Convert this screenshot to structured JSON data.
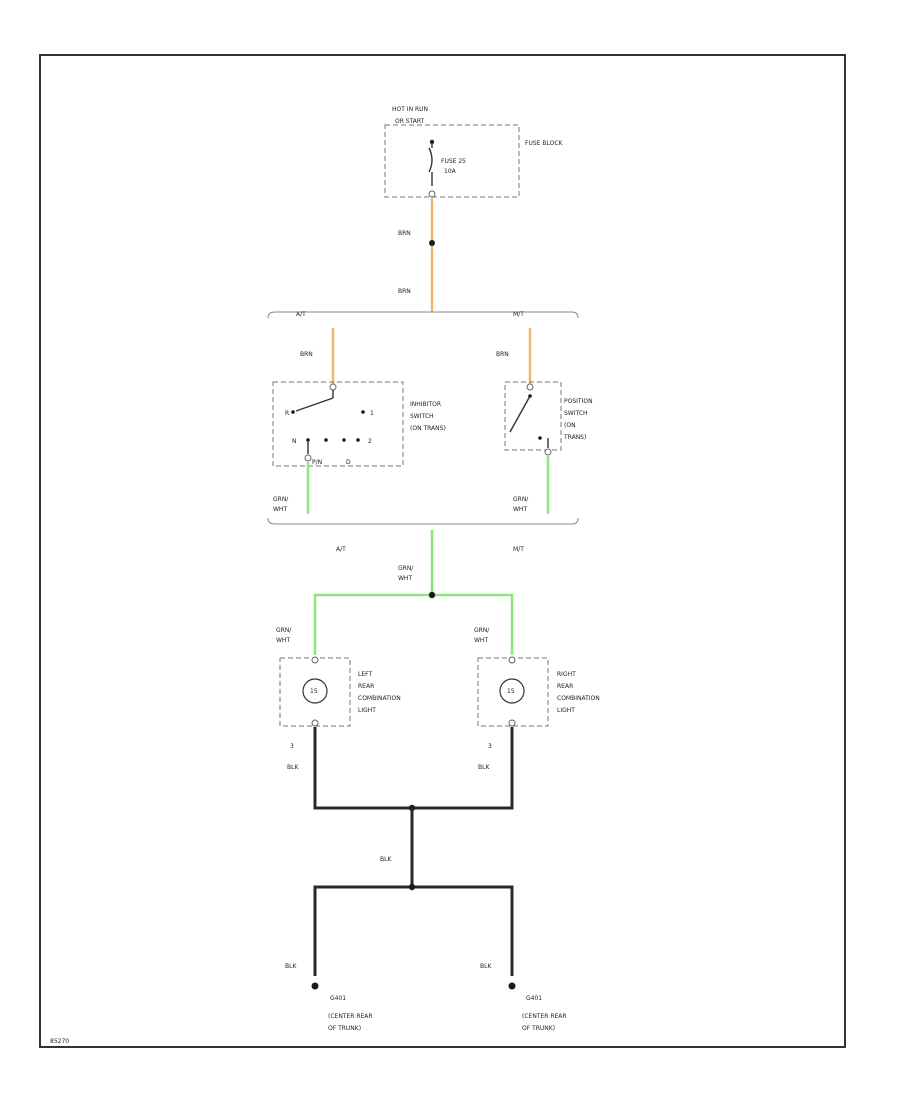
{
  "power": {
    "line1": "HOT IN RUN",
    "line2": "OR START"
  },
  "fuse_block": {
    "label": "FUSE BLOCK",
    "fuse_line1": "FUSE 25",
    "fuse_line2": "10A"
  },
  "wires": {
    "brn_upper_1": "BRN",
    "brn_upper_2": "BRN",
    "brn_at": "BRN",
    "brn_mt": "BRN",
    "grn_at_line1": "GRN/",
    "grn_at_line2": "WHT",
    "grn_mt_line1": "GRN/",
    "grn_mt_line2": "WHT",
    "grn_mid_line1": "GRN/",
    "grn_mid_line2": "WHT",
    "grn_left_line1": "GRN/",
    "grn_left_line2": "WHT",
    "grn_right_line1": "GRN/",
    "grn_right_line2": "WHT",
    "blk_left": "BLK",
    "blk_right": "BLK",
    "blk_mid": "BLK",
    "blk_g1": "BLK",
    "blk_g2": "BLK"
  },
  "branch_top": {
    "left": "A/T",
    "right": "M/T"
  },
  "branch_bottom": {
    "left": "A/T",
    "right": "M/T"
  },
  "inhibitor": {
    "line1": "INHIBITOR",
    "line2": "SWITCH",
    "line3": "(ON TRANS)",
    "pos_r": "R",
    "pos_n": "N",
    "pos_2": "2",
    "pos_1": "1",
    "pos_d": "D",
    "pos_p": "P/N"
  },
  "position_switch": {
    "line1": "POSITION",
    "line2": "SWITCH",
    "line3": "(ON",
    "line4": "TRANS)"
  },
  "left_light": {
    "line1": "LEFT",
    "line2": "REAR",
    "line3": "COMBINATION",
    "line4": "LIGHT",
    "pin": "3",
    "bulb": "15"
  },
  "right_light": {
    "line1": "RIGHT",
    "line2": "REAR",
    "line3": "COMBINATION",
    "line4": "LIGHT",
    "pin": "3",
    "bulb": "15"
  },
  "ground_left": {
    "line1": "G401",
    "line2": "(CENTER REAR",
    "line3": "OF TRUNK)"
  },
  "ground_right": {
    "line1": "G401",
    "line2": "(CENTER REAR",
    "line3": "OF TRUNK)"
  },
  "footer": {
    "code": "85270"
  }
}
